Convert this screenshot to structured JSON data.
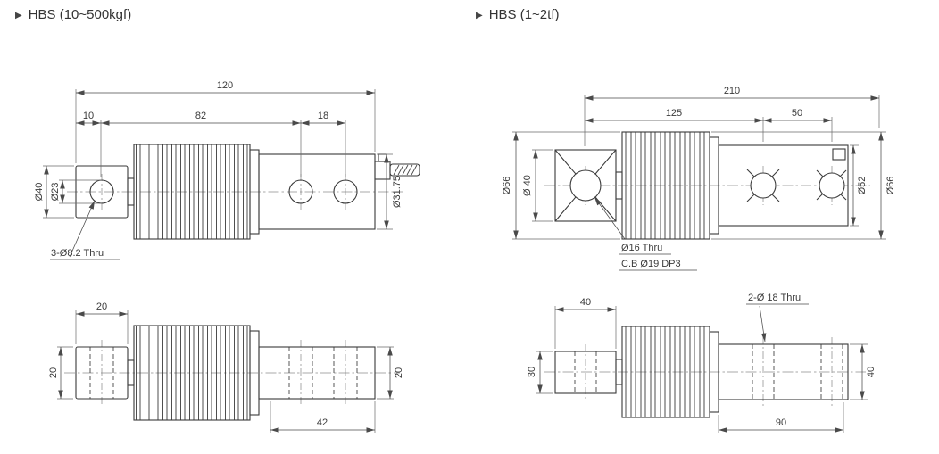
{
  "icons": {
    "section_bullet": "▶"
  },
  "sections": {
    "hbs_small": {
      "title": "HBS (10~500kgf)",
      "side_view": {
        "overall_length": "120",
        "len_left_offset": "10",
        "len_body": "82",
        "len_hole_spacing": "18",
        "dia_outer": "Ø40",
        "dia_inner": "Ø23",
        "dia_body": "Ø31.75",
        "hole_note": "3-Ø8.2 Thru"
      },
      "plan_view": {
        "width_block": "20",
        "height_block": "20",
        "height_shaft": "20",
        "len_shaft": "42"
      }
    },
    "hbs_large": {
      "title": "HBS (1~2tf)",
      "side_view": {
        "overall_length": "210",
        "len_to_first_hole": "125",
        "len_hole_spacing": "50",
        "dia_bellows_left": "Ø66",
        "dia_block": "Ø 40",
        "dia_body": "Ø52",
        "dia_bellows_right": "Ø66",
        "hole_note_line1": "Ø16 Thru",
        "hole_note_line2": "C.B Ø19 DP3"
      },
      "plan_view": {
        "width_block": "40",
        "height_block": "30",
        "height_shaft": "40",
        "len_shaft": "90",
        "hole_note": "2-Ø 18 Thru"
      }
    }
  }
}
